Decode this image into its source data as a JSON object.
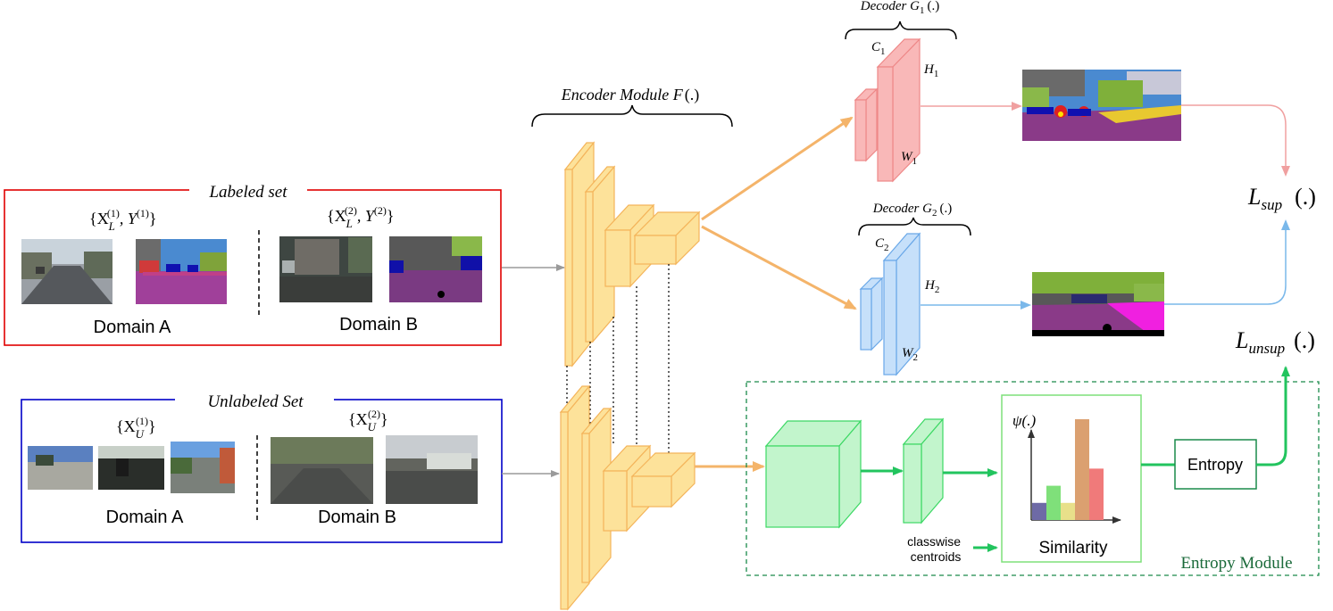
{
  "labeled_set": {
    "title": "Labeled set",
    "domain_a_label": "Domain A",
    "domain_b_label": "Domain B",
    "set1_open": "{X",
    "set1_sub": "L",
    "set1_sup": "(1)",
    "set1_mid": ", Y",
    "set1_sup2": "(1)",
    "set1_close": "}",
    "set2_open": "{X",
    "set2_sub": "L",
    "set2_sup": "(2)",
    "set2_mid": ", Y",
    "set2_sup2": "(2)",
    "set2_close": "}"
  },
  "unlabeled_set": {
    "title": "Unlabeled Set",
    "domain_a_label": "Domain A",
    "domain_b_label": "Domain B",
    "set1_open": "{X",
    "set1_sub": "U",
    "set1_sup": "(1)",
    "set1_close": "}",
    "set2_open": "{X",
    "set2_sub": "U",
    "set2_sup": "(2)",
    "set2_close": "}"
  },
  "encoder": {
    "title_text": "Encoder Module F",
    "title_args": "(.)"
  },
  "decoder1": {
    "title_text": "Decoder G",
    "title_sub": "1",
    "title_args": "(.)",
    "c_label": "C",
    "c_sub": "1",
    "h_label": "H",
    "h_sub": "1",
    "w_label": "W",
    "w_sub": "1"
  },
  "decoder2": {
    "title_text": "Decoder G",
    "title_sub": "2",
    "title_args": "(.)",
    "c_label": "C",
    "c_sub": "2",
    "h_label": "H",
    "h_sub": "2",
    "w_label": "W",
    "w_sub": "2"
  },
  "losses": {
    "sup_main": "L",
    "sup_sub": "sup",
    "sup_args": "(.)",
    "unsup_main": "L",
    "unsup_sub": "unsup",
    "unsup_args": "(.)"
  },
  "entropy_module": {
    "title": "Entropy Module",
    "centroids_line1": "classwise",
    "centroids_line2": "centroids",
    "similarity_label": "Similarity",
    "psi_label": "ψ(.)",
    "entropy_box_label": "Entropy"
  },
  "similarity_histogram": {
    "values": [
      0.17,
      0.34,
      0.17,
      1.0,
      0.51
    ],
    "colors": [
      "#6e6aa6",
      "#7fe07a",
      "#e8e08a",
      "#dba070",
      "#f07a7a"
    ]
  },
  "colors": {
    "labeled_border": "#e00000",
    "unlabeled_border": "#0000c8",
    "encoder_fill": "#fde29a",
    "encoder_stroke": "#f4b45a",
    "decoder1_fill": "#f9b8b8",
    "decoder1_stroke": "#ee8888",
    "decoder2_fill": "#c6e0fa",
    "decoder2_stroke": "#6aa8e8",
    "entropy_fill": "#c2f5cc",
    "entropy_stroke": "#3cd864",
    "entropy_border": "#1a8a4a",
    "arrow_orange": "#f4b46a",
    "arrow_pink": "#f0a0a0",
    "arrow_blue": "#7ab8ea",
    "arrow_green": "#22c45e",
    "arrow_gray": "#9a9a9a"
  }
}
